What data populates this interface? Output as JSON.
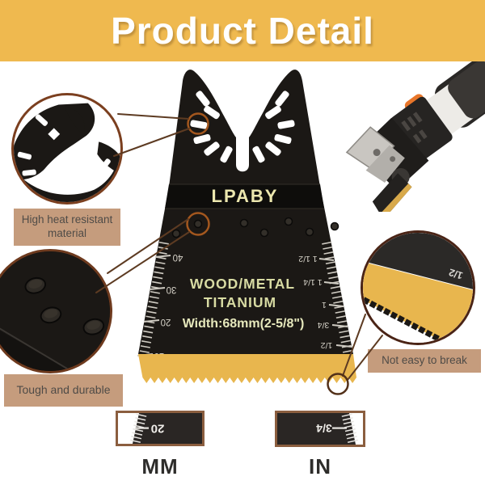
{
  "header": {
    "title": "Product Detail"
  },
  "blade": {
    "brand": "LPABY",
    "material": "WOOD/METAL",
    "coating": "TITANIUM",
    "width_spec": "Width:68mm(2-5/8\")",
    "mm_scale": [
      "40",
      "30",
      "20",
      "10"
    ],
    "inch_scale": [
      "1 1/2",
      "1 1/4",
      "1",
      "3/4",
      "1/2"
    ]
  },
  "callouts": {
    "heat_label": "High heat resistant material",
    "tough_label": "Tough and durable",
    "break_label": "Not easy to break",
    "teeth_zoom_value": "1/2"
  },
  "rulers": {
    "mm_zoom_value": "20",
    "in_zoom_value": "3/4",
    "mm_unit": "MM",
    "in_unit": "IN"
  },
  "colors": {
    "banner": "#EFB94F",
    "label_bg": "#C59C7D",
    "blade_black": "#1B1815",
    "titanium_gold": "#E8B64E",
    "callout_ring_orange": "#A3571E",
    "connector_brown": "#5D3B22"
  }
}
